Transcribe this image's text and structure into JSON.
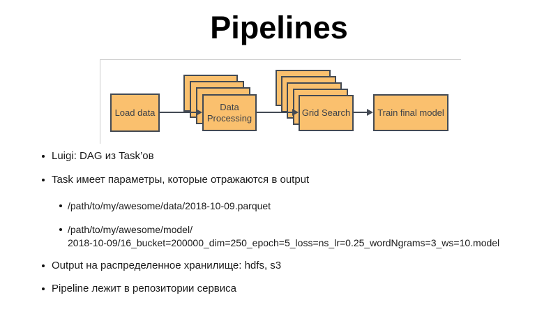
{
  "slide": {
    "title": "Pipelines"
  },
  "diagram": {
    "nodes": {
      "load": "Load data",
      "processing": "Data Processing",
      "grid": "Grid Search",
      "train": "Train final model"
    }
  },
  "bullets": {
    "b1": "Luigi: DAG из Task’ов",
    "b2": "Task имеет параметры, которые отражаются в output",
    "b2_sub1": "/path/to/my/awesome/data/2018-10-09.parquet",
    "b2_sub2": "/path/to/my/awesome/model/\n2018-10-09/16_bucket=200000_dim=250_epoch=5_loss=ns_lr=0.25_wordNgrams=3_ws=10.model",
    "b3": "Output на распределенное хранилище: hdfs, s3",
    "b4": "Pipeline лежит в репозитории сервиса"
  },
  "colors": {
    "node_fill": "#FAC06E",
    "node_border": "#434A54",
    "arrow": "#434A54",
    "frame_border": "#CCCCCC",
    "text": "#1A1A1A"
  }
}
